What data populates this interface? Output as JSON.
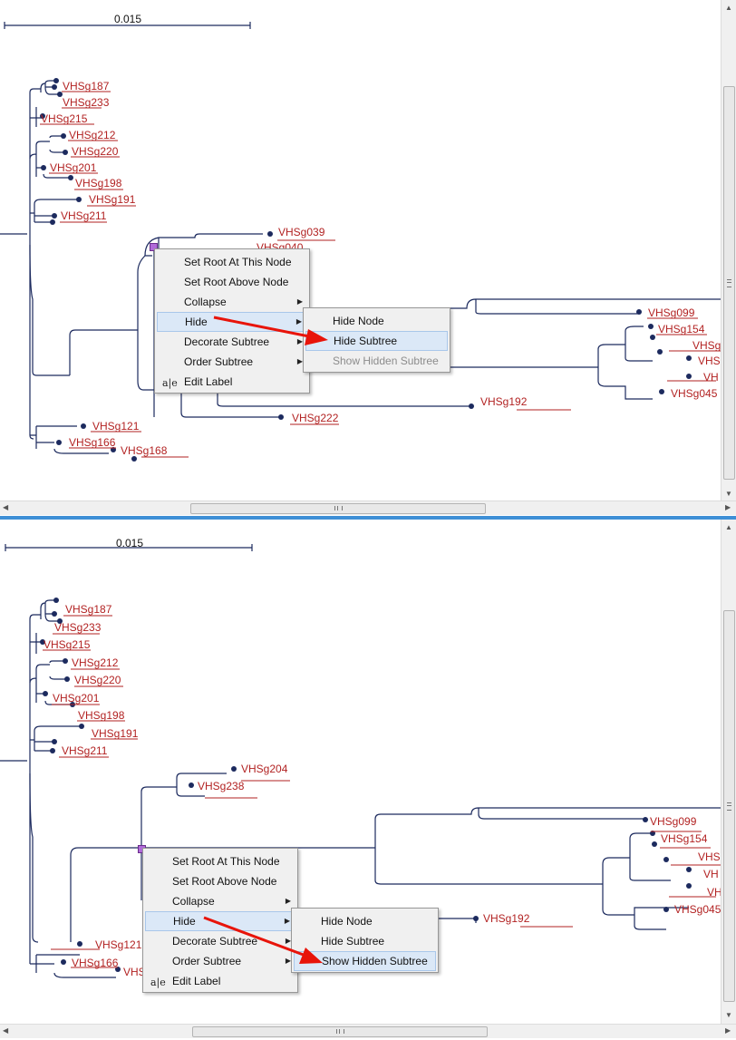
{
  "scale_bar_label": "0.015",
  "panel1": {
    "tips": [
      "VHSg187",
      "VHSg233",
      "VHSg215",
      "VHSg212",
      "VHSg220",
      "VHSg201",
      "VHSg198",
      "VHSg191",
      "VHSg211",
      "VHSg039",
      "VHSg040",
      "VHSg099",
      "VHSg154",
      "VHSg",
      "VHS",
      "VH",
      "VHSg045",
      "VHSg192",
      "VHSg222",
      "VHSg121",
      "VHSg166",
      "VHSg168"
    ],
    "context_menu": [
      "Set Root At This Node",
      "Set Root Above Node",
      "Collapse",
      "Hide",
      "Decorate Subtree",
      "Order Subtree",
      "Edit Label"
    ],
    "submenu": [
      "Hide Node",
      "Hide Subtree",
      "Show Hidden Subtree"
    ],
    "edit_icon": "a|e"
  },
  "panel2": {
    "tips": [
      "VHSg187",
      "VHSg233",
      "VHSg215",
      "VHSg212",
      "VHSg220",
      "VHSg201",
      "VHSg198",
      "VHSg191",
      "VHSg211",
      "VHSg204",
      "VHSg238",
      "VHSg099",
      "VHSg154",
      "VHSg",
      "VH",
      "VH",
      "VHSg045",
      "VHSg192",
      "VHSg121",
      "VHSg166",
      "VHS"
    ],
    "context_menu": [
      "Set Root At This Node",
      "Set Root Above Node",
      "Collapse",
      "Hide",
      "Decorate Subtree",
      "Order Subtree",
      "Edit Label"
    ],
    "submenu": [
      "Hide Node",
      "Hide Subtree",
      "Show Hidden Subtree"
    ],
    "edit_icon": "a|e"
  },
  "colors": {
    "branch": "#1c2a5e",
    "tip_label": "#b22222",
    "menu_highlight": "#dbe8f7",
    "red_arrow": "#e8140a"
  },
  "icons": {
    "scroll_up": "up-arrow-icon",
    "scroll_down": "down-arrow-icon",
    "scroll_left": "left-arrow-icon",
    "scroll_right": "right-arrow-icon",
    "submenu": "chevron-right-icon",
    "edit": "edit-label-icon"
  }
}
